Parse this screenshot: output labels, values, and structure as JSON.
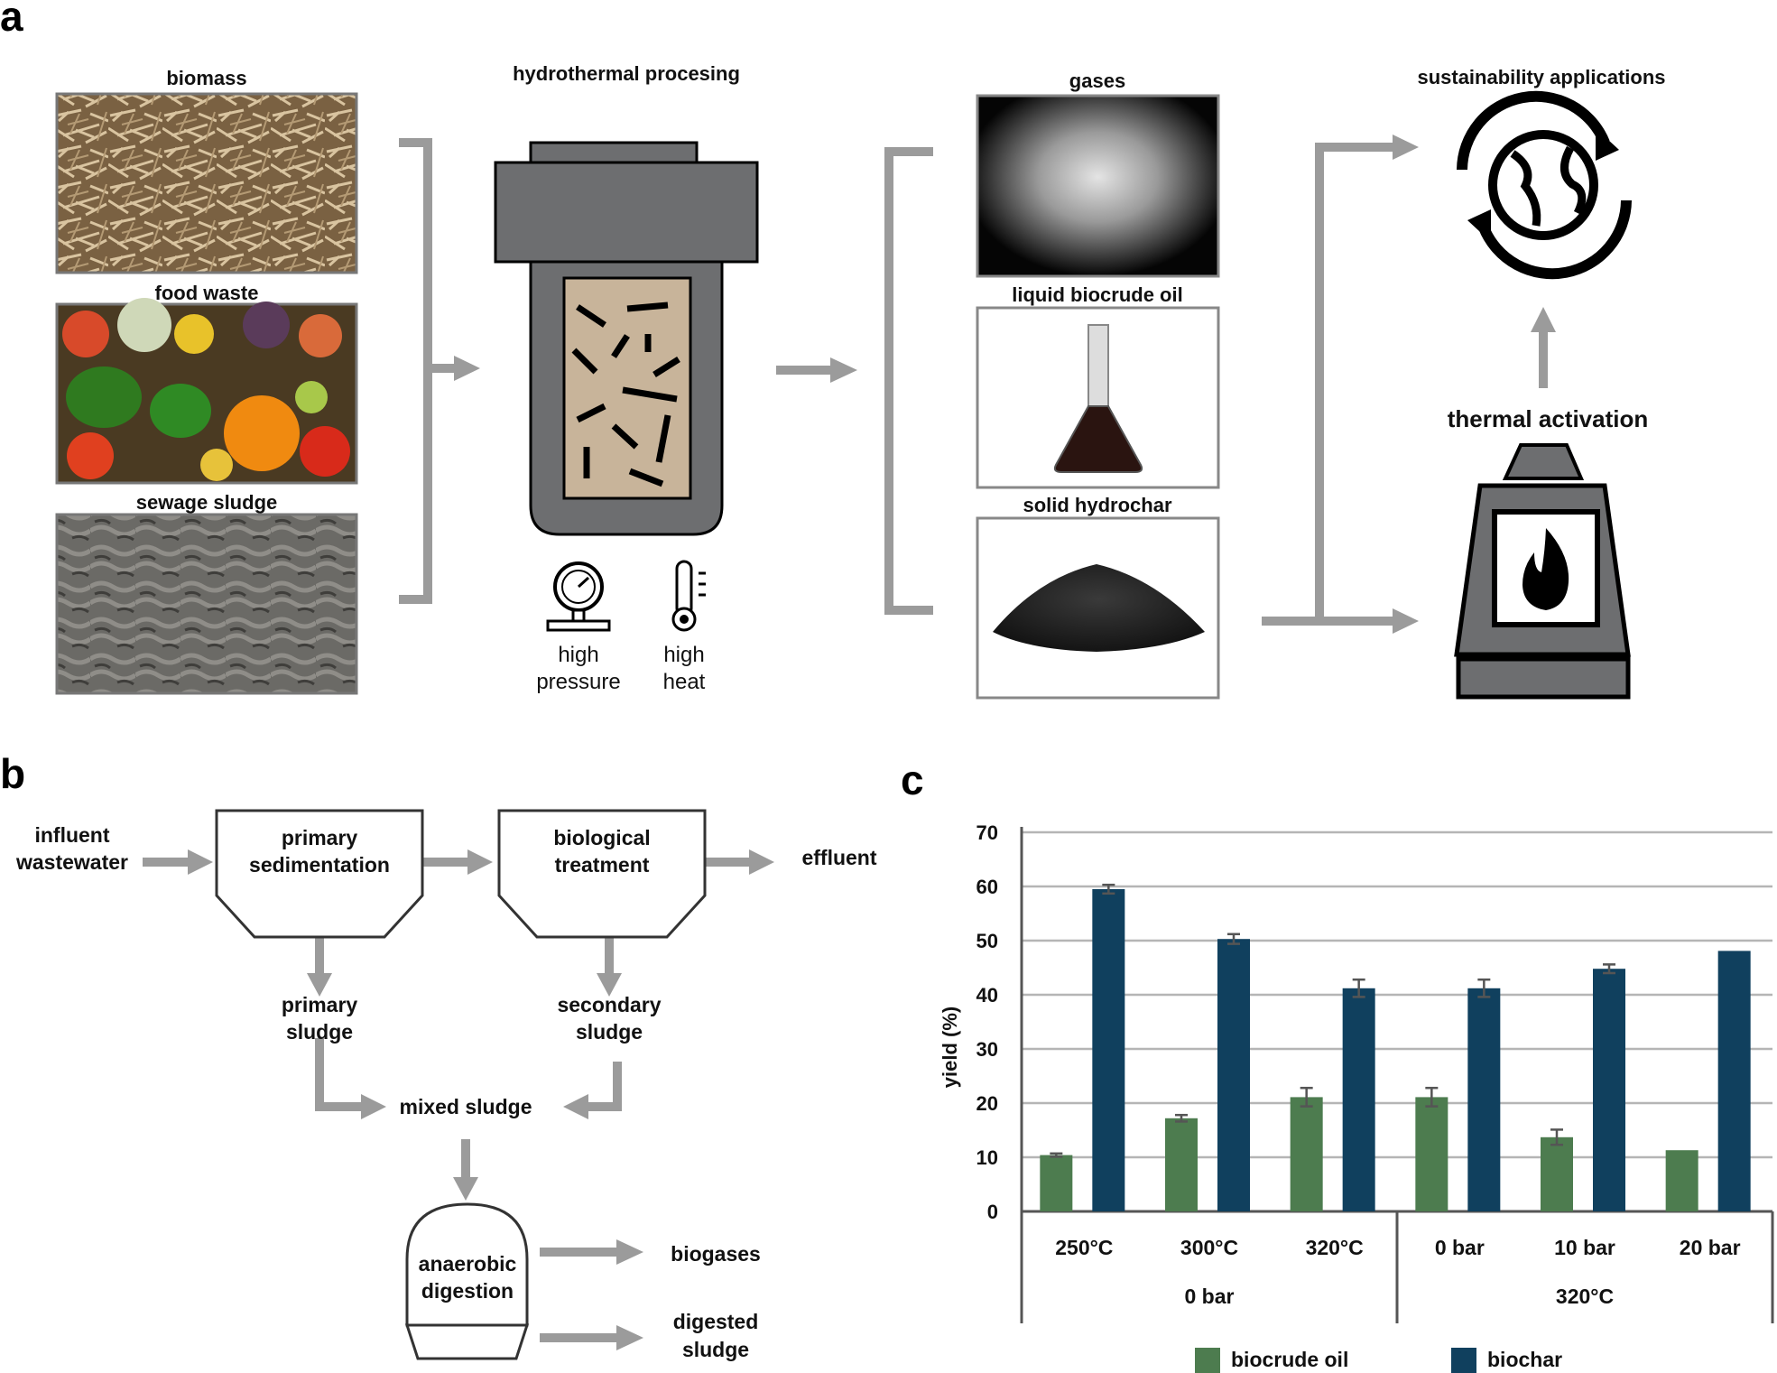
{
  "panels": {
    "a": "a",
    "b": "b",
    "c": "c"
  },
  "panel_a": {
    "inputs": {
      "biomass": "biomass",
      "food_waste": "food waste",
      "sewage_sludge": "sewage sludge"
    },
    "process_title": "hydrothermal procesing",
    "pressure_label_1": "high",
    "pressure_label_2": "pressure",
    "heat_label_1": "high",
    "heat_label_2": "heat",
    "outputs": {
      "gases": "gases",
      "liquid": "liquid biocrude oil",
      "solid": "solid hydrochar"
    },
    "sustainability": "sustainability applications",
    "thermal_activation": "thermal activation"
  },
  "panel_b": {
    "influent_1": "influent",
    "influent_2": "wastewater",
    "primary_sed_1": "primary",
    "primary_sed_2": "sedimentation",
    "bio_treat_1": "biological",
    "bio_treat_2": "treatment",
    "effluent": "effluent",
    "primary_sludge_1": "primary",
    "primary_sludge_2": "sludge",
    "secondary_sludge_1": "secondary",
    "secondary_sludge_2": "sludge",
    "mixed_sludge": "mixed sludge",
    "anaerobic_1": "anaerobic",
    "anaerobic_2": "digestion",
    "biogases": "biogases",
    "digested_1": "digested",
    "digested_2": "sludge"
  },
  "colors": {
    "arrow": "#9b9b9b",
    "device": "#6d6e70",
    "chamber": "#c8b49a",
    "biocrude": "#4d7c4f",
    "biochar": "#10405e"
  },
  "chart_data": {
    "type": "bar",
    "ylabel": "yield (%)",
    "ylim": [
      0,
      70
    ],
    "yticks": [
      0,
      10,
      20,
      30,
      40,
      50,
      60,
      70
    ],
    "grid": true,
    "categories": [
      "250°C",
      "300°C",
      "320°C",
      "0 bar",
      "10 bar",
      "20 bar"
    ],
    "groups": [
      {
        "label": "0 bar",
        "categories": [
          "250°C",
          "300°C",
          "320°C"
        ]
      },
      {
        "label": "320°C",
        "categories": [
          "0 bar",
          "10 bar",
          "20 bar"
        ]
      }
    ],
    "series": [
      {
        "name": "biocrude oil",
        "color": "#4d7c4f",
        "values": [
          10.4,
          17.2,
          21.1,
          21.1,
          13.7,
          11.3
        ],
        "errors": [
          0.3,
          0.6,
          1.7,
          1.7,
          1.4,
          0
        ]
      },
      {
        "name": "biochar",
        "color": "#10405e",
        "values": [
          59.5,
          50.3,
          41.2,
          41.2,
          44.8,
          48.1
        ],
        "errors": [
          0.8,
          0.9,
          1.6,
          1.6,
          0.8,
          0
        ]
      }
    ],
    "legend_position": "bottom"
  }
}
